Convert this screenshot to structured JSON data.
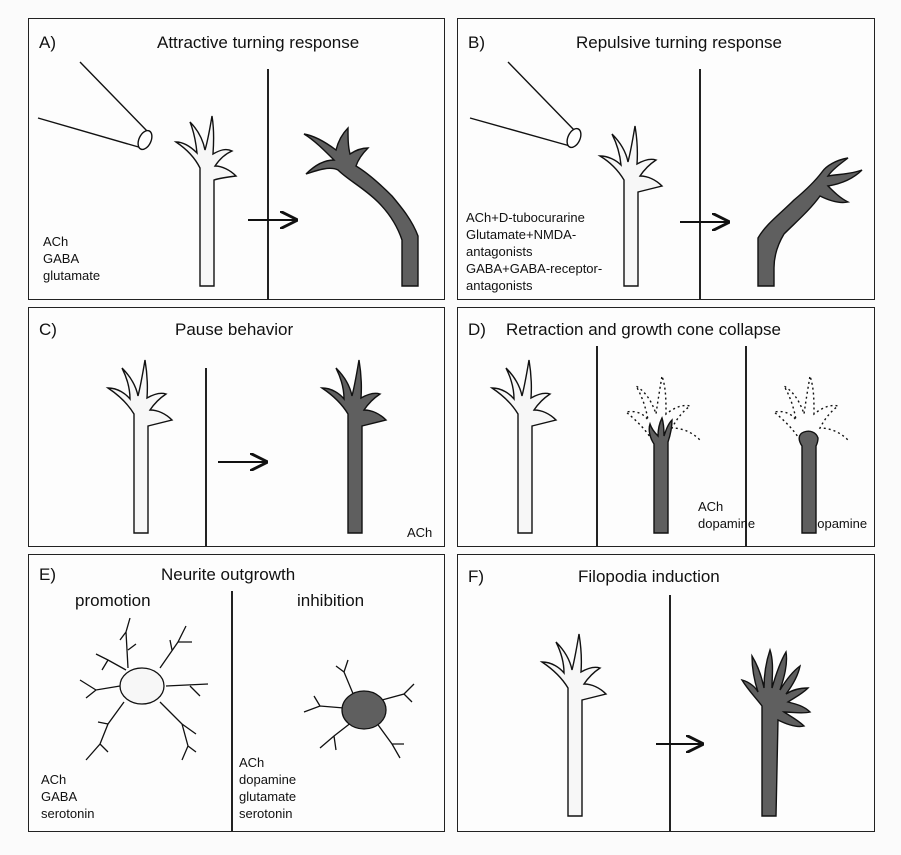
{
  "colors": {
    "frame": "#222222",
    "light_cell": "#f7f7f7",
    "dark_cell": "#5f5f5f"
  },
  "panels": [
    {
      "id": "A",
      "letter": "A)",
      "title": "Attractive turning response",
      "notes": [
        "ACh",
        "GABA",
        "glutamate"
      ]
    },
    {
      "id": "B",
      "letter": "B)",
      "title": "Repulsive turning response",
      "notes": [
        "ACh+D-tubocurarine",
        "Glutamate+NMDA-",
        "antagonists",
        "GABA+GABA-receptor-",
        "antagonists"
      ]
    },
    {
      "id": "C",
      "letter": "C)",
      "title": "Pause behavior",
      "notes": [
        "ACh"
      ]
    },
    {
      "id": "D",
      "letter": "D)",
      "title": "Retraction and growth cone collapse",
      "notes_mid": [
        "ACh",
        "dopamine"
      ],
      "notes_right": [
        "dopamine"
      ]
    },
    {
      "id": "E",
      "letter": "E)",
      "title": "Neurite outgrowth",
      "sub_left": "promotion",
      "sub_right": "inhibition",
      "notes_left": [
        "ACh",
        "GABA",
        "serotonin"
      ],
      "notes_right": [
        "ACh",
        "dopamine",
        "glutamate",
        "serotonin"
      ]
    },
    {
      "id": "F",
      "letter": "F)",
      "title": "Filopodia induction"
    }
  ],
  "icons": [
    "pipette-icon",
    "growth-cone-icon",
    "arrow-right-icon",
    "cell-body-icon"
  ]
}
